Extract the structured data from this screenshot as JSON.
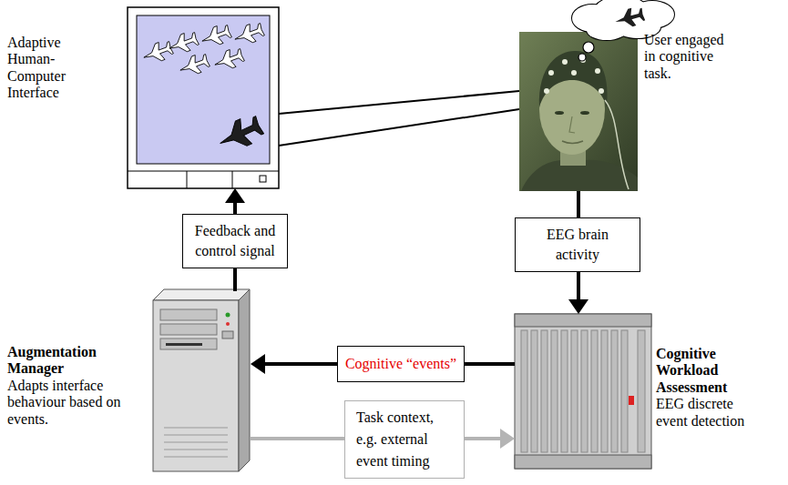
{
  "diagram": {
    "nodes": [
      {
        "text": [
          "Adaptive Human-Computer Interface"
        ]
      },
      {
        "text": [
          "User engaged in cognitive task."
        ]
      },
      {
        "text": [
          "Feedback and control signal"
        ]
      },
      {
        "text": [
          "EEG brain activity"
        ]
      },
      {
        "text": [
          "Augmentation Manager",
          "Adapts interface behaviour based on events."
        ]
      },
      {
        "text": [
          "Cognitive “events”"
        ]
      },
      {
        "text": [
          "Cognitive Workload Assessment",
          "EEG discrete event detection"
        ]
      },
      {
        "text": [
          "Task context, e.g. external event timing"
        ]
      }
    ],
    "edges": [
      {
        "from": 0,
        "to": 1,
        "arrow": "none"
      },
      {
        "from": 0,
        "to": 1,
        "arrow": "none"
      },
      {
        "from": 1,
        "to": 3,
        "arrow": "none"
      },
      {
        "from": 3,
        "to": 6,
        "arrow": "to"
      },
      {
        "from": 6,
        "to": 5,
        "arrow": "none"
      },
      {
        "from": 5,
        "to": 4,
        "arrow": "to"
      },
      {
        "from": 4,
        "to": 7,
        "arrow": "none"
      },
      {
        "from": 7,
        "to": 6,
        "arrow": "to"
      },
      {
        "from": 4,
        "to": 2,
        "arrow": "none"
      },
      {
        "from": 2,
        "to": 0,
        "arrow": "to"
      }
    ]
  }
}
